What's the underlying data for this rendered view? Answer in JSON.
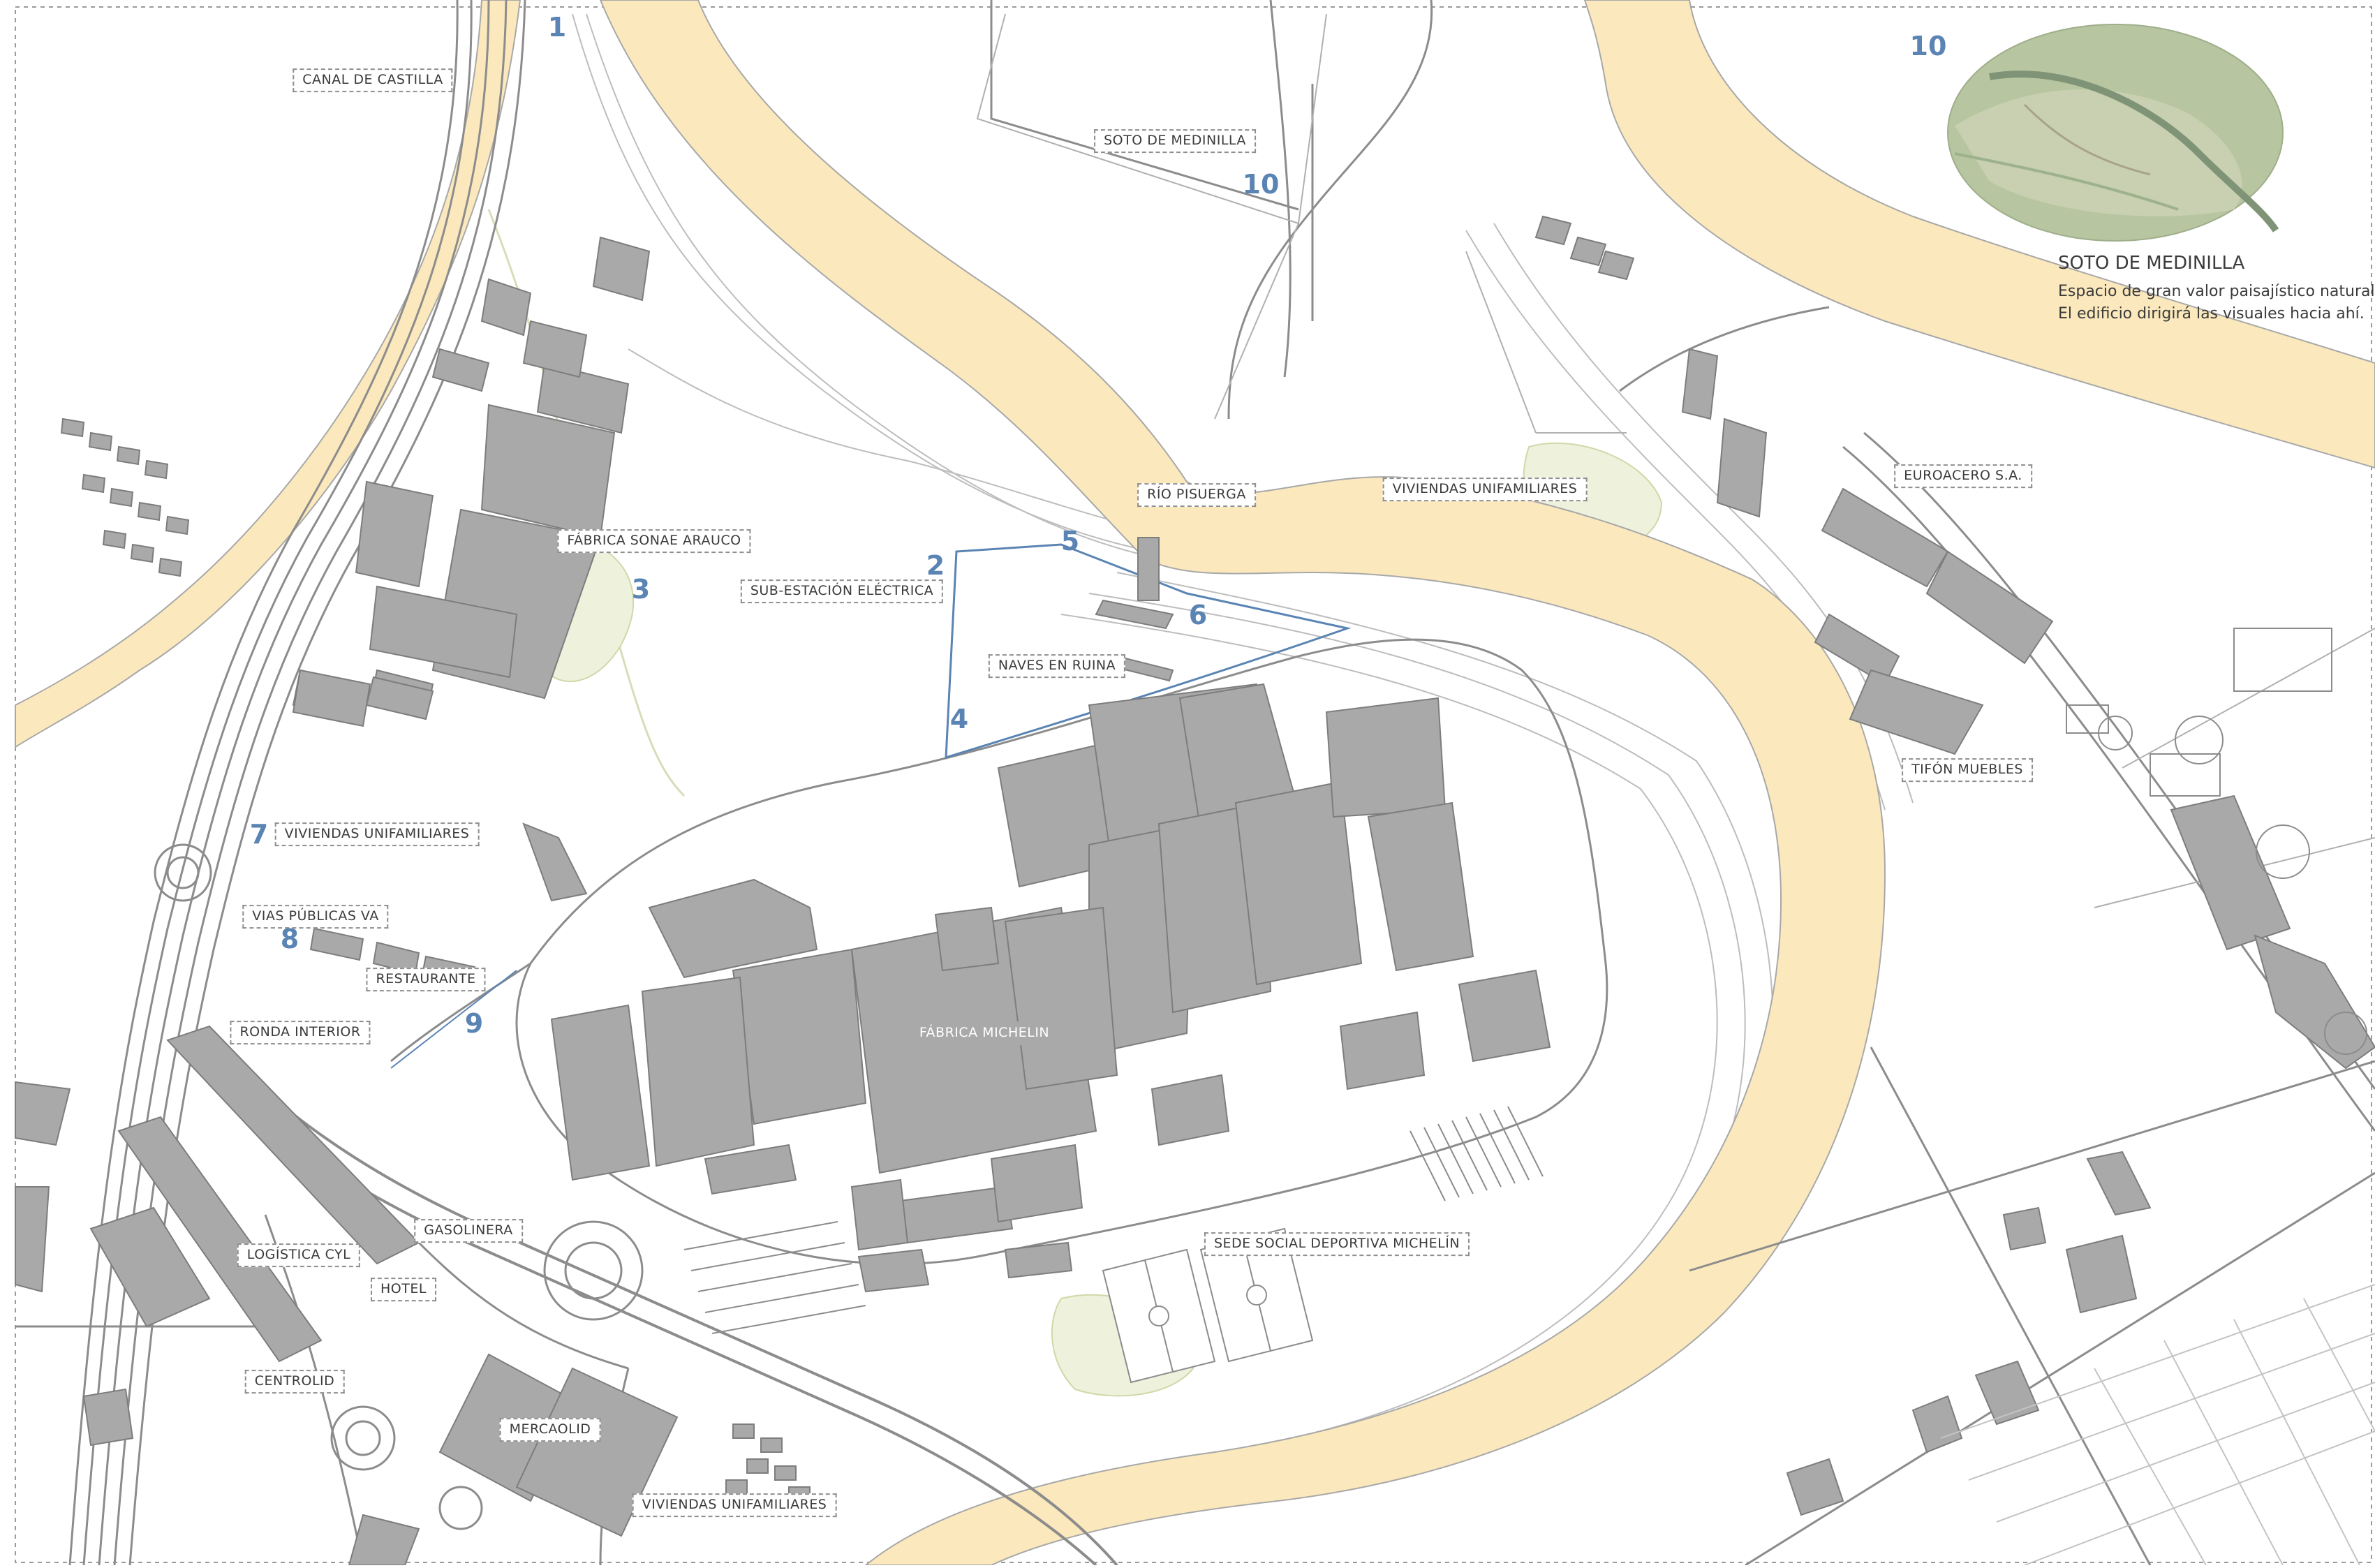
{
  "labels": {
    "canal_castilla": "CANAL DE CASTILLA",
    "soto_medinilla": "SOTO DE MEDINILLA",
    "fabrica_sonae": "FÁBRICA SONAE ARAUCO",
    "sub_estacion": "SUB-ESTACIÓN ELÉCTRICA",
    "rio_pisuerga": "RÍO PISUERGA",
    "viviendas_ne": "VIVIENDAS UNIFAMILIARES",
    "euroacero": "EUROACERO S.A.",
    "naves_ruina": "NAVES EN RUINA",
    "tifon_muebles": "TIFÓN MUEBLES",
    "viviendas_w": "VIVIENDAS UNIFAMILIARES",
    "vias_publicas": "VIAS PÚBLICAS VA",
    "restaurante": "RESTAURANTE",
    "ronda_interior": "RONDA INTERIOR",
    "fabrica_michelin": "FÁBRICA MICHELIN",
    "gasolinera": "GASOLINERA",
    "logistica": "LOGÍSTICA CYL",
    "sede_social": "SEDE SOCIAL DEPORTIVA MICHELÍN",
    "hotel": "HOTEL",
    "centrolid": "CENTROLID",
    "mercaolid": "MERCAOLID",
    "viviendas_s": "VIVIENDAS UNIFAMILIARES"
  },
  "numbers": {
    "n1": "1",
    "n2": "2",
    "n3": "3",
    "n4": "4",
    "n5": "5",
    "n6": "6",
    "n7": "7",
    "n8": "8",
    "n9": "9",
    "n10a": "10",
    "n10b": "10"
  },
  "note": {
    "title": "SOTO DE MEDINILLA",
    "line1": "Espacio de gran valor paisajístico natural",
    "line2": "El edificio dirigirá las visuales hacia ahí."
  },
  "colors": {
    "river": "#fbe9bd",
    "building": "#a9a9a9",
    "building_edge": "#7d7d7d",
    "road": "#8c8c8c",
    "contour": "#b9b9b9",
    "vegetation": "#d3d9ad",
    "highlight_line": "#5a84b3",
    "number": "#5a84b3",
    "photo_field": "#b7c6a1"
  }
}
